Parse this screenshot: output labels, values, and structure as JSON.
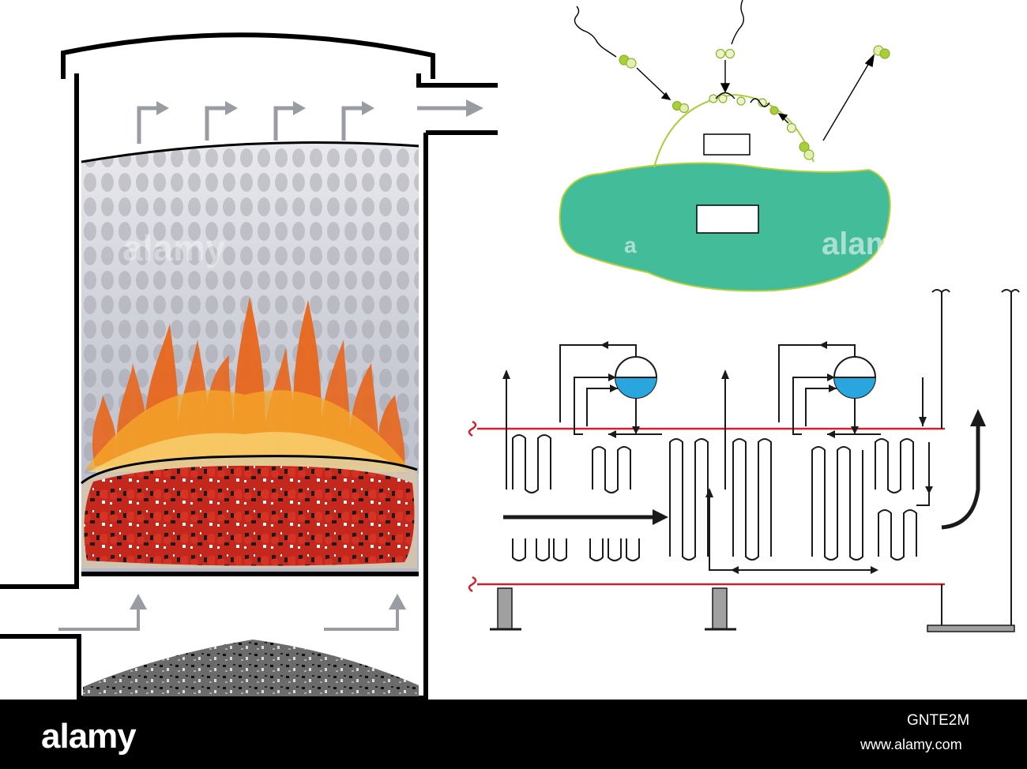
{
  "watermark": {
    "brand": "alamy",
    "image_code": "GNTE2M",
    "url": "www.alamy.com",
    "ghost_text": "alamy",
    "ghost_letter": "a"
  },
  "colors": {
    "furnace_wall": "#000000",
    "arrow_gray": "#9a9ca3",
    "flame_outer": "#e8661c",
    "flame_inner": "#f6a92a",
    "coal_bed": "#c4281c",
    "particle_green": "#a7cf3a",
    "catalyst_teal": "#43bc9a",
    "drum_water": "#2aa6df",
    "header_red": "#d4202c",
    "footer": "#000000"
  },
  "icons": [
    "flue-outlet-arrow-icon",
    "air-inlet-arrow-icon",
    "steam-drum-icon",
    "flow-arrow-icon"
  ]
}
